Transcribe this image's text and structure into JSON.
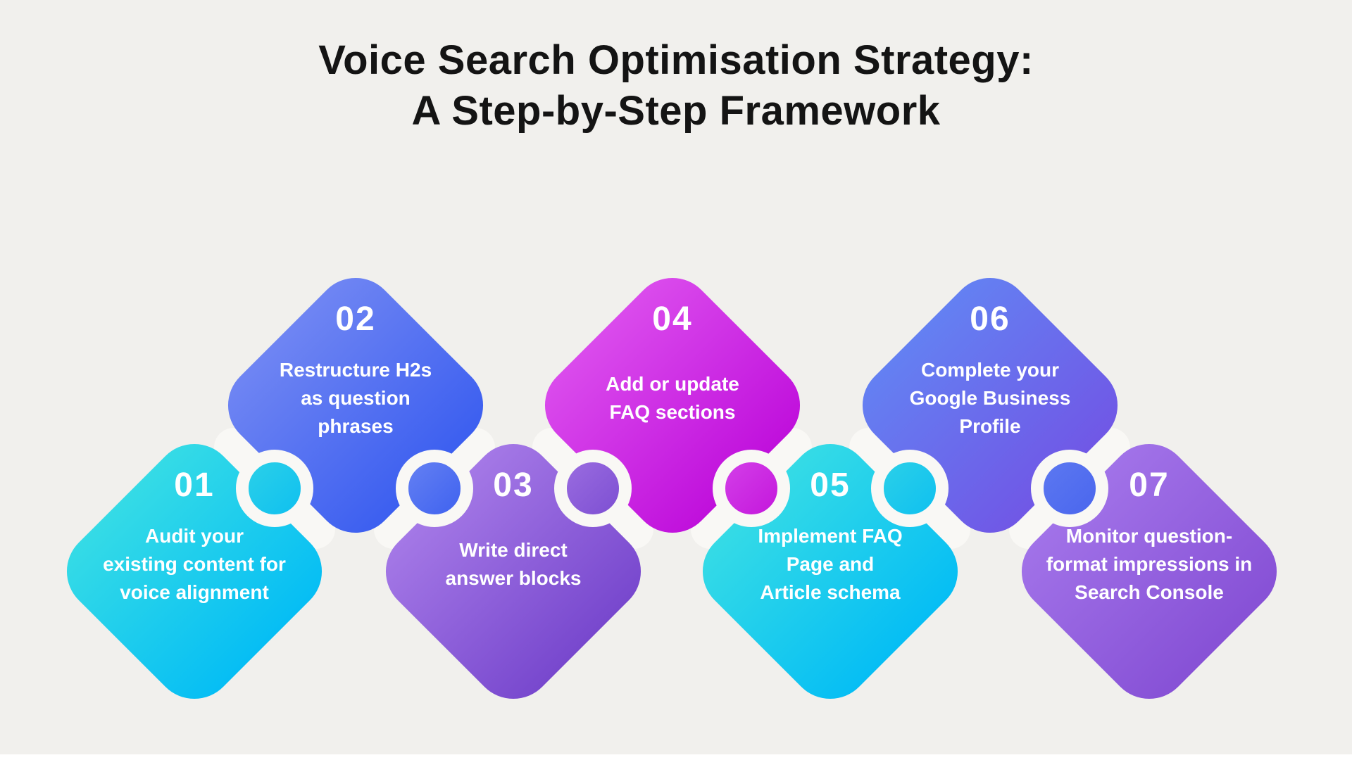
{
  "title": {
    "line1": "Voice Search Optimisation Strategy:",
    "line2": "A Step-by-Step Framework"
  },
  "steps": [
    {
      "number": "01",
      "lines": [
        "Audit your",
        "existing content for",
        "voice alignment"
      ],
      "color_name": "cyan",
      "gradient": [
        "#35DBE6",
        "#06BEF4"
      ]
    },
    {
      "number": "02",
      "lines": [
        "Restructure H2s",
        "as question",
        "phrases"
      ],
      "color_name": "blue",
      "gradient": [
        "#6F85F3",
        "#3C5FF0"
      ]
    },
    {
      "number": "03",
      "lines": [
        "Write direct",
        "answer blocks"
      ],
      "color_name": "purple",
      "gradient": [
        "#A478E6",
        "#7848CE"
      ]
    },
    {
      "number": "04",
      "lines": [
        "Add or update",
        "FAQ sections"
      ],
      "color_name": "magenta",
      "gradient": [
        "#DA4BEC",
        "#C010DC"
      ]
    },
    {
      "number": "05",
      "lines": [
        "Implement FAQ",
        "Page and",
        "Article schema"
      ],
      "color_name": "cyan",
      "gradient": [
        "#35DBE6",
        "#06BEF4"
      ]
    },
    {
      "number": "06",
      "lines": [
        "Complete your",
        "Google Business",
        "Profile"
      ],
      "color_name": "blue-violet",
      "gradient": [
        "#6480F2",
        "#7058E6"
      ]
    },
    {
      "number": "07",
      "lines": [
        "Monitor question-",
        "format impressions in",
        "Search Console"
      ],
      "color_name": "violet",
      "gradient": [
        "#A172E8",
        "#8751D6"
      ]
    }
  ],
  "connectors": [
    {
      "between": "01-02",
      "fill": [
        "#2BD0E8",
        "#0FC0F0"
      ]
    },
    {
      "between": "02-03",
      "fill": [
        "#6480F2",
        "#3F62F0"
      ]
    },
    {
      "between": "03-04",
      "fill": [
        "#9A6CE0",
        "#7D4FD2"
      ]
    },
    {
      "between": "04-05",
      "fill": [
        "#D33FE8",
        "#C417DC"
      ]
    },
    {
      "between": "05-06",
      "fill": [
        "#2BD0E8",
        "#0FC0F0"
      ]
    },
    {
      "between": "06-07",
      "fill": [
        "#5C78F0",
        "#4A66EE"
      ]
    }
  ],
  "colors": {
    "background": "#F1F0ED",
    "connector_ring": "#F9F8F5",
    "title_text": "#141414",
    "step_text": "#FFFFFF"
  }
}
